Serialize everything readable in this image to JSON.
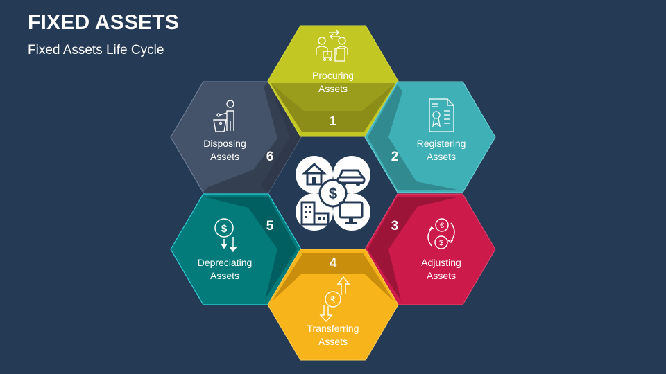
{
  "header": {
    "title": "FIXED ASSETS",
    "subtitle": "Fixed Assets Life Cycle"
  },
  "center": {
    "icon": "assets-cluster-icon",
    "items": [
      "house",
      "car",
      "dollar",
      "building",
      "computer-monitor"
    ]
  },
  "steps": [
    {
      "number": "1",
      "line1": "Procuring",
      "line2": "Assets",
      "icon": "procurement-people-icon",
      "color": "#c3c724",
      "shade": "#9a9d1c"
    },
    {
      "number": "2",
      "line1": "Registering",
      "line2": "Assets",
      "icon": "certificate-document-icon",
      "color": "#40b0b7",
      "shade": "#318a90"
    },
    {
      "number": "3",
      "line1": "Adjusting",
      "line2": "Assets",
      "icon": "currency-exchange-icon",
      "color": "#cc1a4a",
      "shade": "#9c1538"
    },
    {
      "number": "4",
      "line1": "Transferring",
      "line2": "Assets",
      "icon": "rupee-transfer-icon",
      "color": "#f8b41b",
      "shade": "#c98e0b"
    },
    {
      "number": "5",
      "line1": "Depreciating",
      "line2": "Assets",
      "icon": "dollar-down-arrows-icon",
      "color": "#037b7b",
      "shade": "#025f61"
    },
    {
      "number": "6",
      "line1": "Disposing",
      "line2": "Assets",
      "icon": "person-trash-bin-icon",
      "color": "#44536a",
      "shade": "#353f52"
    }
  ],
  "colors": {
    "background": "#253a54",
    "text": "#ffffff"
  }
}
